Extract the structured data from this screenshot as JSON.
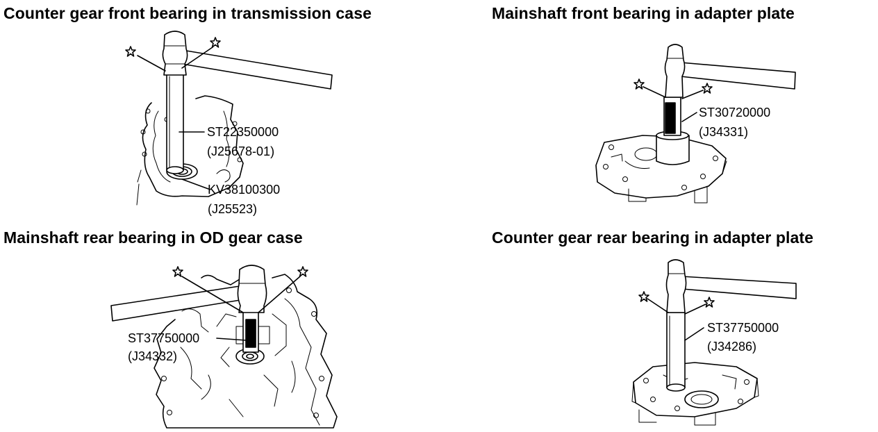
{
  "panels": [
    {
      "title": "Counter gear front bearing in transmission case",
      "labels": [
        "ST22350000",
        "(J25678-01)",
        "KV38100300",
        "(J25523)"
      ]
    },
    {
      "title": "Mainshaft front bearing in adapter plate",
      "labels": [
        "ST30720000",
        "(J34331)"
      ]
    },
    {
      "title": "Mainshaft rear bearing in OD gear case",
      "labels": [
        "ST37750000",
        "(J34332)"
      ]
    },
    {
      "title": "Counter gear rear bearing in adapter plate",
      "labels": [
        "ST37750000",
        "(J34286)"
      ]
    }
  ]
}
